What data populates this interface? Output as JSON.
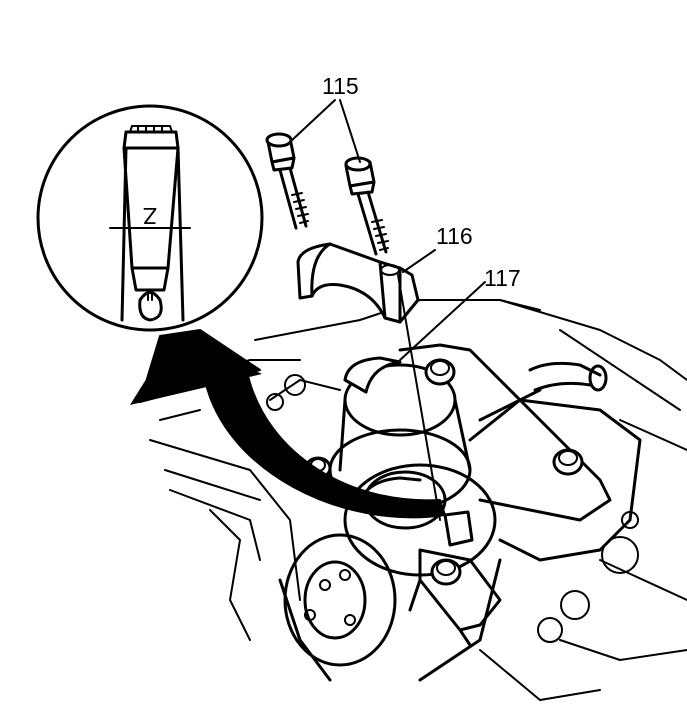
{
  "callouts": {
    "bolts": "115",
    "bearing_cap": "116",
    "bearing_insert": "117"
  },
  "inset": {
    "mark": "Z"
  },
  "colors": {
    "line": "#000000",
    "background": "#ffffff",
    "arrow": "#000000"
  }
}
